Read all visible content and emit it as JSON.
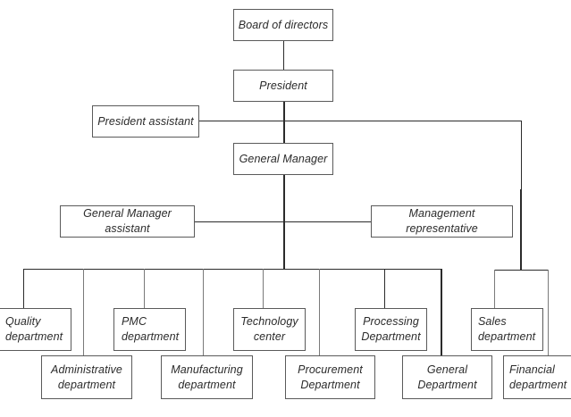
{
  "diagram": {
    "type": "organization-chart",
    "title_text": "",
    "box_border_color": "#5a5a5a",
    "line_color": "#2b2b2b",
    "background_color": "#ffffff",
    "text_color": "#2b2b2b",
    "nodes": {
      "board_of_directors": "Board of directors",
      "president": "President",
      "president_assistant": "President assistant",
      "general_manager": "General Manager",
      "general_manager_assistant": "General Manager assistant",
      "management_representative": "Management representative",
      "quality_department": "Quality\ndepartment",
      "administrative_department": "Administrative\ndepartment",
      "pmc_department": "PMC\ndepartment",
      "manufacturing_department": "Manufacturing\ndepartment",
      "technology_center": "Technology\ncenter",
      "procurement_department": "Procurement\nDepartment",
      "processing_department": "Processing\nDepartment",
      "general_department": "General\nDepartment",
      "sales_department": "Sales\ndepartment",
      "financial_department": "Financial\ndepartment"
    },
    "levels": {
      "level_1": [
        "Board of directors"
      ],
      "level_2": [
        "President"
      ],
      "level_2_staff": [
        "President assistant"
      ],
      "level_3": [
        "General Manager"
      ],
      "level_3_staff": [
        "General Manager assistant",
        "Management representative"
      ],
      "level_4": [
        "Quality department",
        "Administrative department",
        "PMC department",
        "Manufacturing department",
        "Technology center",
        "Procurement Department",
        "Processing Department",
        "General Department",
        "Sales department",
        "Financial department"
      ]
    }
  }
}
